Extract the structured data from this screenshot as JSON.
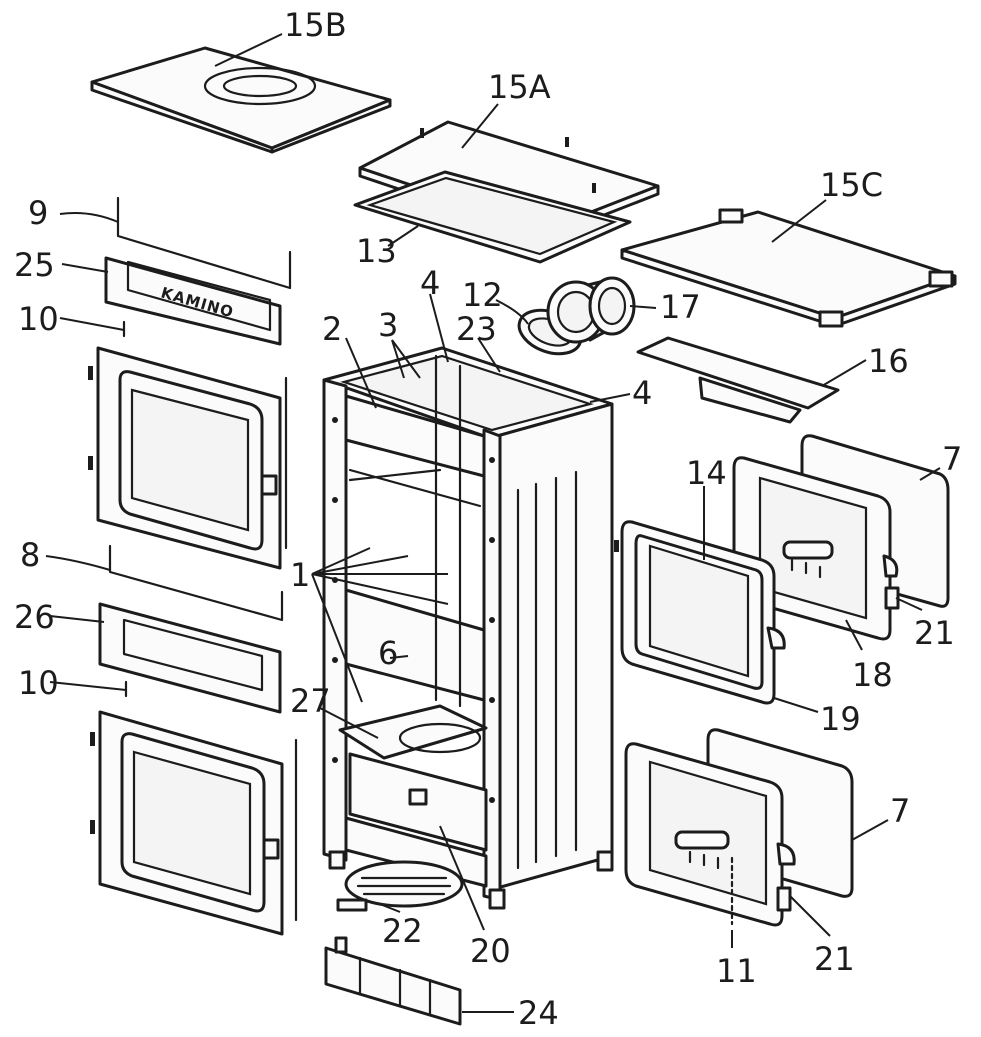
{
  "diagram": {
    "brand_plate_text": "KAMINO",
    "labels": {
      "p15b": "15B",
      "p15a": "15A",
      "p15c": "15C",
      "p9": "9",
      "p25": "25",
      "p10_upper": "10",
      "p13": "13",
      "p12": "12",
      "p17": "17",
      "p4_top": "4",
      "p4_right": "4",
      "p2": "2",
      "p3": "3",
      "p23": "23",
      "p16": "16",
      "p7_upper": "7",
      "p14": "14",
      "p21_upper": "21",
      "p18": "18",
      "p19": "19",
      "p8": "8",
      "p26": "26",
      "p1": "1",
      "p6": "6",
      "p10_lower": "10",
      "p27": "27",
      "p7_lower": "7",
      "p11": "11",
      "p21_lower": "21",
      "p22": "22",
      "p20": "20",
      "p24": "24"
    }
  }
}
